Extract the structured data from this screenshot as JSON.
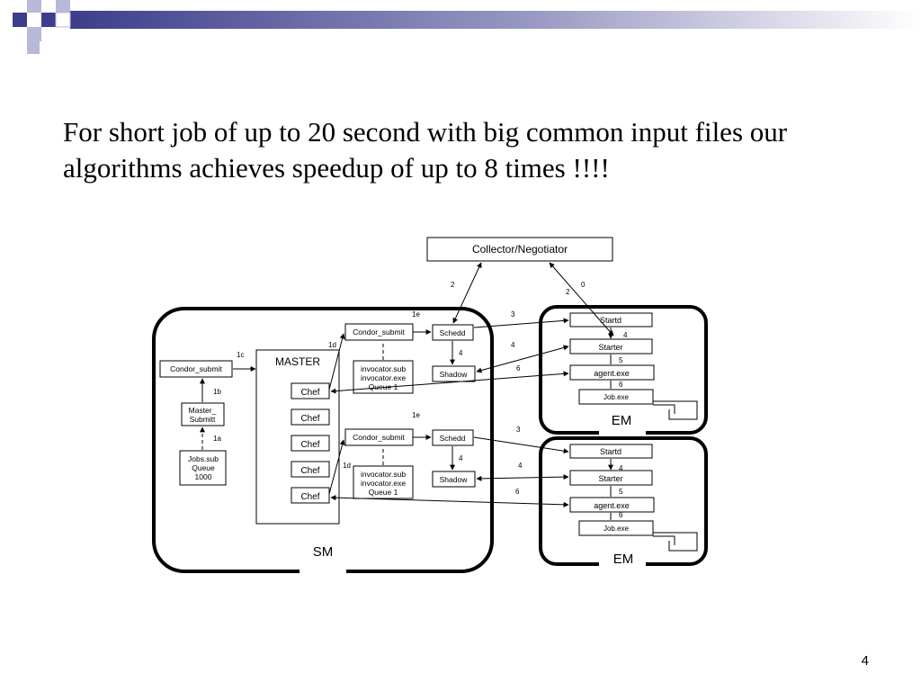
{
  "slide": {
    "title_line1": "For short job of up to 20 second with big common input files our",
    "title_line2": "algorithms achieves speedup of up to 8 times !!!!",
    "page_number": "4"
  },
  "colors": {
    "accent": "#3d3d8c",
    "accent_light": "#b8b8d8",
    "line": "#000000"
  },
  "diagram": {
    "collector": "Collector/Negotiator",
    "sm_label": "SM",
    "em_top_label": "EM",
    "em_bottom_label": "EM",
    "master_label": "MASTER",
    "chef": [
      "Chef",
      "Chef",
      "Chef",
      "Chef",
      "Chef"
    ],
    "condor_submit_left": "Condor_submit",
    "master_submitt": [
      "Master_",
      "Submitt"
    ],
    "jobs_sub": [
      "Jobs.sub",
      "Queue",
      "1000"
    ],
    "condor_submit_1": "Condor_submit",
    "condor_submit_2": "Condor_submit",
    "invocator_1": [
      "invocator.sub",
      "invocator.exe",
      "Queue 1"
    ],
    "invocator_2": [
      "invocator.sub",
      "invocator.exe",
      "Queue 1"
    ],
    "schedd_1": "Schedd",
    "schedd_2": "Schedd",
    "shadow_1": "Shadow",
    "shadow_2": "Shadow",
    "startd_1": "Startd",
    "startd_2": "Startd",
    "starter_1": "Starter",
    "starter_2": "Starter",
    "agent_1": "agent.exe",
    "agent_2": "agent.exe",
    "job_1": "Job.exe",
    "job_2": "Job.exe",
    "labels": {
      "l1a": "1a",
      "l1b": "1b",
      "l1c": "1c",
      "l1d_top": "1d",
      "l1d_bottom": "1d",
      "l1e_top": "1e",
      "l1e_bottom": "1e",
      "l2_left": "2",
      "l0": "0",
      "l2_right": "2",
      "t3": "3",
      "t4_schedd": "4",
      "t4_starter": "4",
      "t6": "6",
      "t4_startd": "4",
      "t5": "5",
      "t6_agent": "6",
      "b3": "3",
      "b4_schedd": "4",
      "b4_starter": "4",
      "b6": "6",
      "b4_startd": "4",
      "b5": "5",
      "b6_agent": "6"
    }
  }
}
